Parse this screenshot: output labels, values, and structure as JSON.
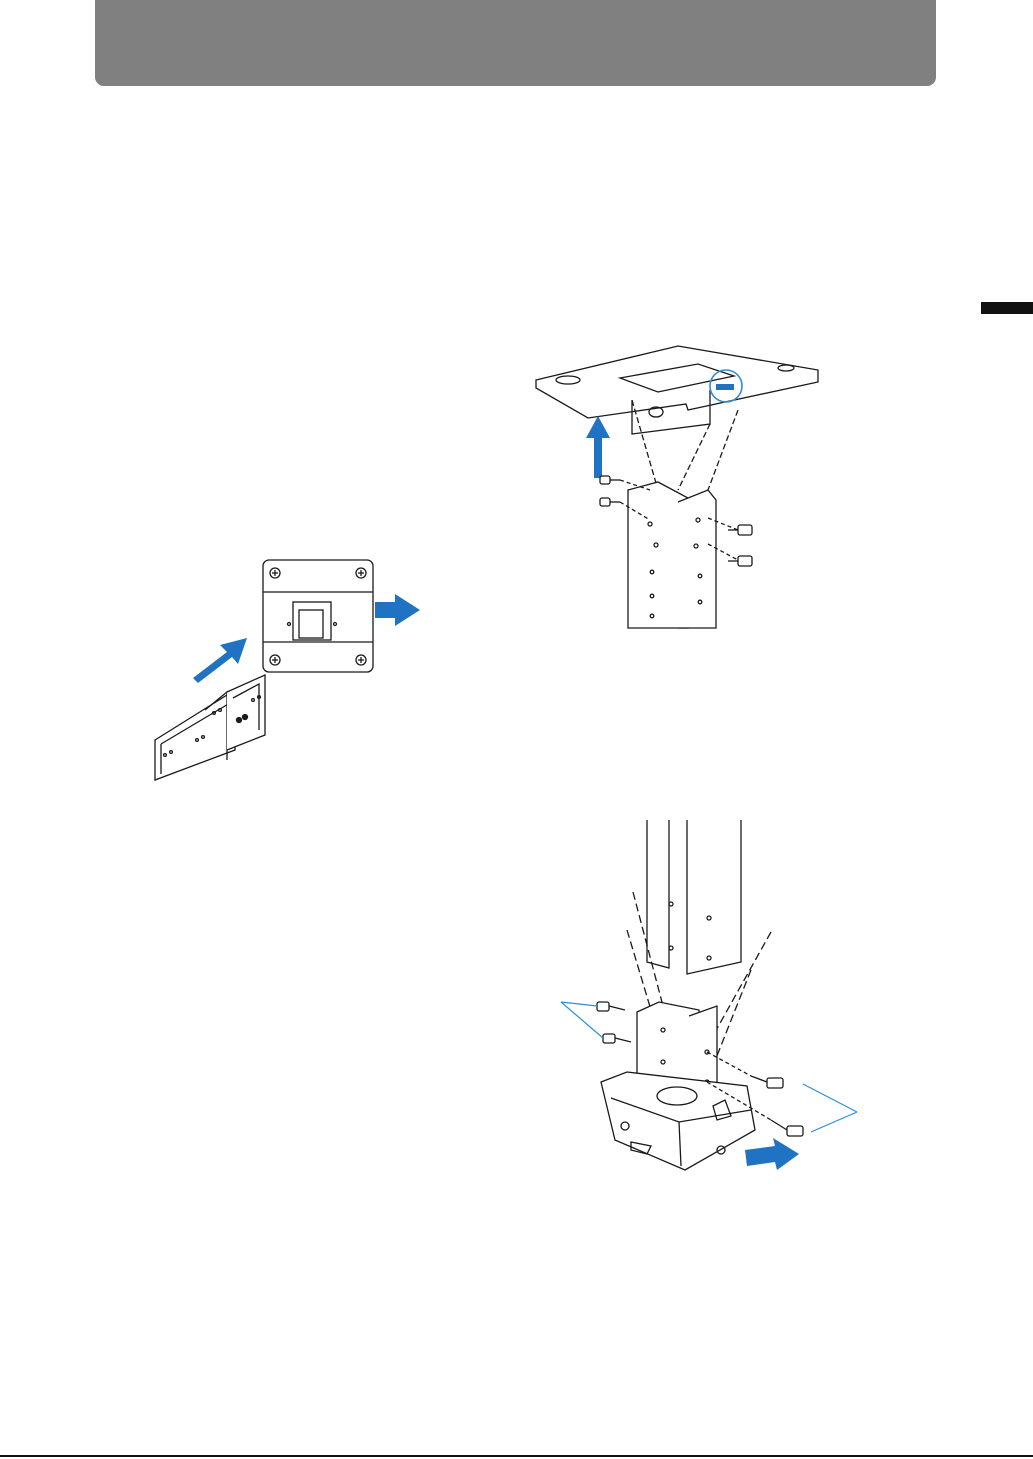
{
  "colors": {
    "header_band": "#808080",
    "side_tab": "#111111",
    "line_art": "#1a1a1a",
    "arrow_accent": "#1f73c2",
    "callout": "#2f8ed6"
  },
  "figures": [
    {
      "subject": "ceiling-plate-box-removal-illustration",
      "arrow_direction": "right"
    },
    {
      "subject": "ceiling-plate-to-pipe-attachment-illustration",
      "arrow_direction": "up"
    },
    {
      "subject": "pipe-to-projector-mount-attachment-illustration",
      "arrow_direction": "right"
    }
  ]
}
